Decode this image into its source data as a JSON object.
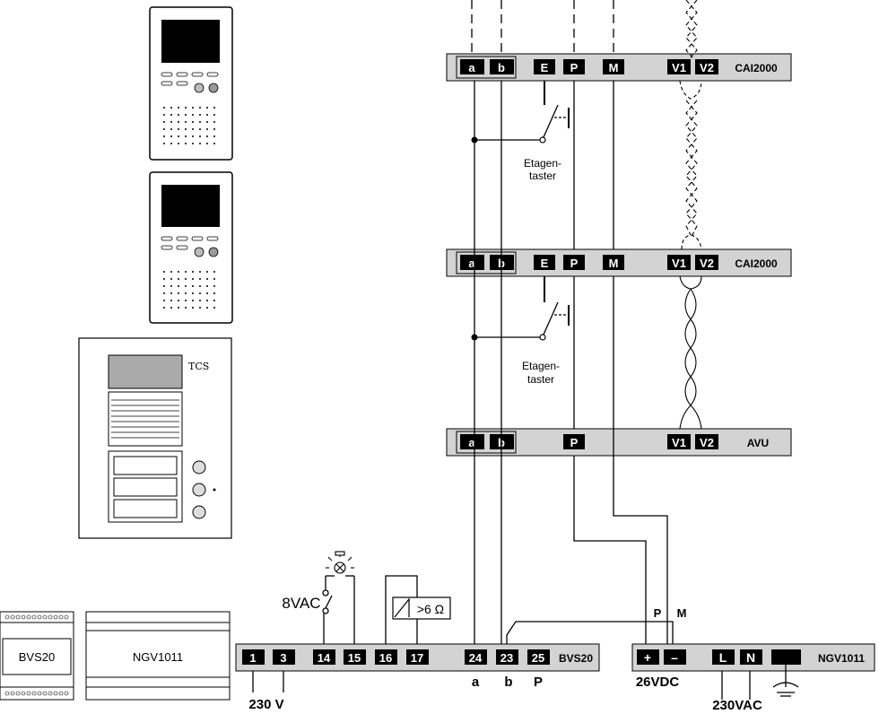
{
  "devices": {
    "cai_top": {
      "name": "CAI2000",
      "terminals": [
        "a",
        "b",
        "E",
        "P",
        "M",
        "V1",
        "V2"
      ]
    },
    "cai_mid": {
      "name": "CAI2000",
      "terminals": [
        "a",
        "b",
        "E",
        "P",
        "M",
        "V1",
        "V2"
      ]
    },
    "avu": {
      "name": "AVU",
      "terminals": [
        "a",
        "b",
        "P",
        "V1",
        "V2"
      ]
    },
    "bvs20": {
      "name": "BVS20",
      "terminals": [
        "1",
        "3",
        "14",
        "15",
        "16",
        "17",
        "24",
        "23",
        "25"
      ]
    },
    "ngv1011": {
      "name": "NGV1011",
      "terminals": [
        "+",
        "–",
        "L",
        "N"
      ]
    }
  },
  "labels": {
    "etagentaster_top": [
      "Etagen-",
      "taster"
    ],
    "etagentaster_mid": [
      "Etagen-",
      "taster"
    ],
    "vac8": "8VAC",
    "resistor": ">6 Ω",
    "v230": "230 V",
    "bvs_a": "a",
    "bvs_b": "b",
    "bvs_p": "P",
    "dc26": "26VDC",
    "vac230": "230VAC",
    "ngv_p": "P",
    "ngv_m": "M"
  },
  "icons": {
    "bvs20_box": "BVS20",
    "ngv1011_box": "NGV1011",
    "tcs_logo": "TCS"
  }
}
